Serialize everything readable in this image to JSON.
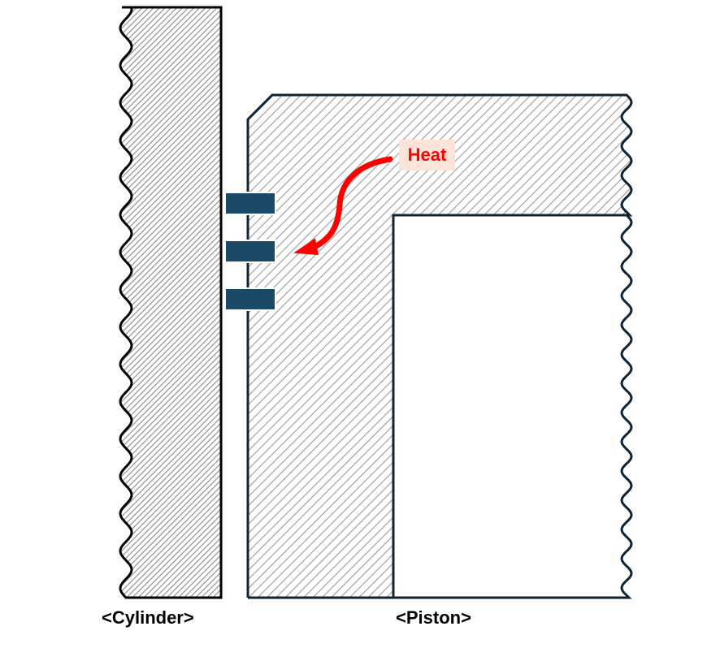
{
  "labels": {
    "cylinder": "<Cylinder>",
    "piston": "<Piston>",
    "heat": "Heat"
  },
  "colors": {
    "outline": "#0f2434",
    "ring_fill": "#1b4a66",
    "heat_red": "#ff0000",
    "heat_box": "#fde3d8",
    "cylinder_hatch": "#8a8a8a",
    "piston_hatch": "#9a9a9a"
  }
}
